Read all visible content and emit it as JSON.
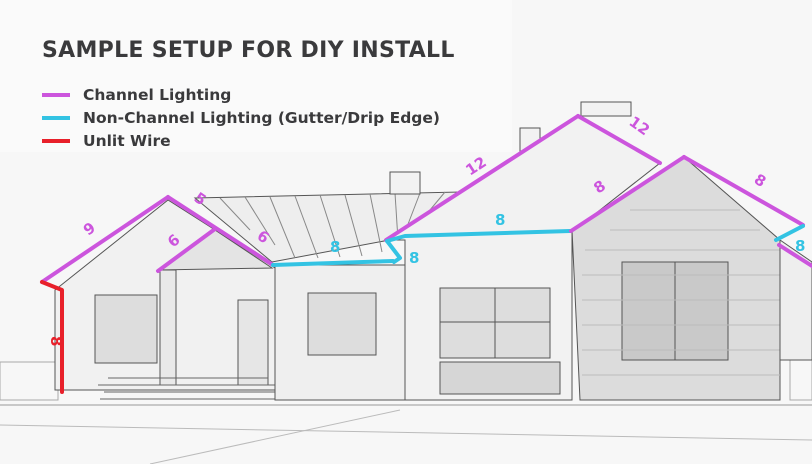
{
  "title": "SAMPLE SETUP FOR DIY INSTALL",
  "legend": [
    {
      "label": "Channel Lighting",
      "color": "#cc55dd"
    },
    {
      "label": "Non-Channel Lighting (Gutter/Drip Edge)",
      "color": "#33c3e3"
    },
    {
      "label": "Unlit Wire",
      "color": "#e8202a"
    }
  ],
  "segments": {
    "left_gable_left": {
      "label": "9",
      "type": "channel"
    },
    "left_gable_right": {
      "label": "5",
      "type": "channel"
    },
    "porch_gable": {
      "label": "6",
      "type": "channel"
    },
    "porch_gable_right": {
      "label": "6",
      "type": "channel"
    },
    "middle_gutter": {
      "label": "8",
      "type": "non-channel"
    },
    "gutter_drop": {
      "label": "8",
      "type": "non-channel"
    },
    "big_gable_left": {
      "label": "12",
      "type": "channel"
    },
    "big_gable_right": {
      "label": "12",
      "type": "channel"
    },
    "big_gutter": {
      "label": "8",
      "type": "non-channel"
    },
    "right_gable_left": {
      "label": "8",
      "type": "channel"
    },
    "right_gable_right": {
      "label": "8",
      "type": "channel"
    },
    "right_gutter": {
      "label": "8",
      "type": "non-channel"
    },
    "downspout_wire": {
      "label": "8",
      "type": "unlit"
    }
  }
}
